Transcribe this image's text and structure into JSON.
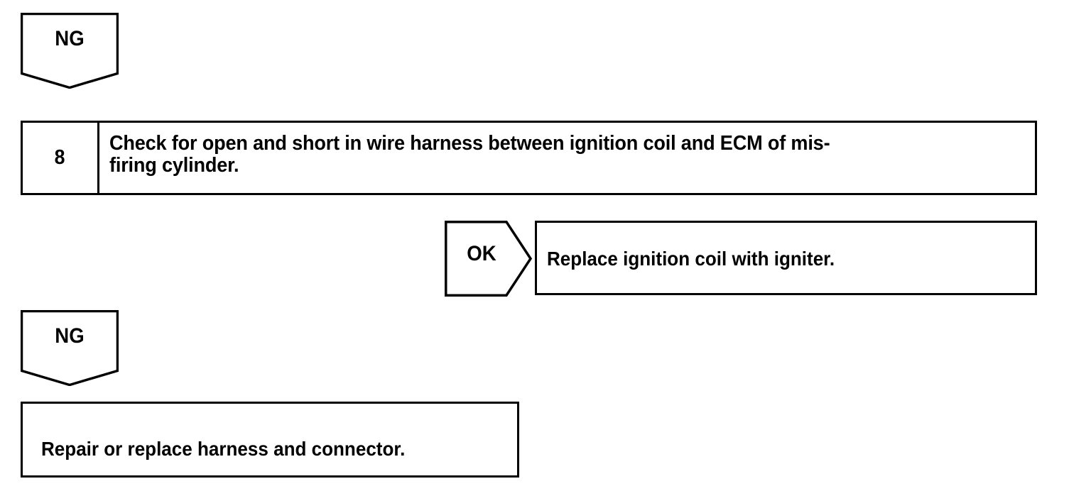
{
  "diagram": {
    "type": "troubleshooting-flowchart",
    "nodes": [
      {
        "id": "ng-top",
        "kind": "result-marker",
        "label": "NG"
      },
      {
        "id": "step-8",
        "kind": "step-row",
        "number": "8",
        "description": "Check for open and short in wire harness between ignition coil and ECM of mis-\nfiring cylinder."
      },
      {
        "id": "ok-branch",
        "kind": "result-marker",
        "label": "OK"
      },
      {
        "id": "action-replace",
        "kind": "action-box",
        "text": "Replace ignition coil with igniter."
      },
      {
        "id": "ng-bottom",
        "kind": "result-marker",
        "label": "NG"
      },
      {
        "id": "action-repair",
        "kind": "action-box",
        "text": "Repair or replace harness and connector."
      }
    ]
  },
  "colors": {
    "stroke": "#000000",
    "fill": "#ffffff",
    "text": "#000000"
  }
}
